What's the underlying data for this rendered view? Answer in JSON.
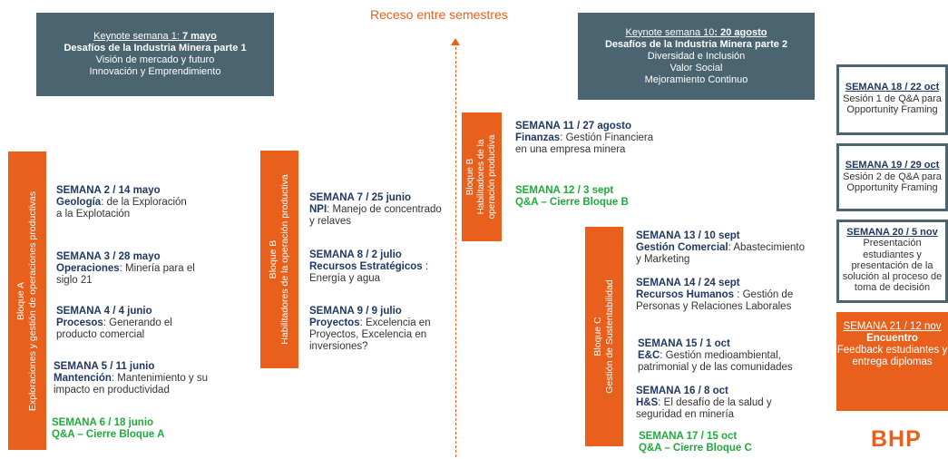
{
  "receso": "Receso entre semestres",
  "keynote1": {
    "title_prefix": "Keynote semana 1: ",
    "title_date": "7 mayo",
    "subtitle": "Desafíos de la Industria Minera parte 1",
    "lines": [
      "Visión de mercado y futuro",
      "Innovación y Emprendimiento"
    ]
  },
  "keynote2": {
    "title_prefix": "Keynote semana 10",
    "title_date": ": 20 agosto",
    "subtitle": "Desafíos de la Industria Minera parte 2",
    "lines": [
      "Diversidad e Inclusión",
      "Valor Social",
      "Mejoramiento Continuo"
    ]
  },
  "bloque_a": "Bloque A\nExploraciones y gestión de operaciones productivas",
  "bloque_b1": "Bloque B\nHabilitadores de la operación productiva",
  "bloque_b2": "Bloque B\nHabilitadores de la\noperación productiva",
  "bloque_c": "Bloque C\nGestión de Sustentabilidad",
  "weeks": {
    "w2": {
      "head": "SEMANA 2 / 14 mayo",
      "topic": "Geología",
      "desc": ": de la Exploración a la Explotación"
    },
    "w3": {
      "head": "SEMANA 3 / 28 mayo",
      "topic": "Operaciones",
      "desc": ": Minería para el siglo 21"
    },
    "w4": {
      "head": "SEMANA 4 / 4 junio",
      "topic": "Procesos",
      "desc": ": Generando el producto comercial"
    },
    "w5": {
      "head": "SEMANA 5 / 11 junio",
      "topic": "Mantención",
      "desc": ": Mantenimiento y su impacto en productividad"
    },
    "w6": {
      "head": "SEMANA 6 / 18 junio",
      "sub": "Q&A – Cierre Bloque A"
    },
    "w7": {
      "head": "SEMANA 7 / 25 junio",
      "topic": "NPI",
      "desc": ": Manejo de concentrado y relaves"
    },
    "w8": {
      "head": "SEMANA 8 / 2 julio",
      "topic": "Recursos Estratégicos",
      "desc": " : Energía y agua"
    },
    "w9": {
      "head": "SEMANA 9 / 9 julio",
      "topic": "Proyectos",
      "desc": ": Excelencia en Proyectos, Excelencia en inversiones?"
    },
    "w11": {
      "head": "SEMANA 11 / 27 agosto",
      "topic": "Finanzas",
      "desc": ": Gestión Financiera en una empresa minera"
    },
    "w12": {
      "head": "SEMANA 12 / 3 sept",
      "sub": "Q&A – Cierre Bloque B"
    },
    "w13": {
      "head": "SEMANA 13 / 10 sept",
      "topic": "Gestión Comercial",
      "desc": ": Abastecimiento y Marketing"
    },
    "w14": {
      "head": "SEMANA 14 / 24 sept",
      "topic": "Recursos Humanos",
      "desc": " : Gestión de Personas y Relaciones Laborales"
    },
    "w15": {
      "head": "SEMANA 15 / 1 oct",
      "topic": "E&C",
      "desc": ": Gestión medioambiental, patrimonial y de las comunidades"
    },
    "w16": {
      "head": "SEMANA 16 / 8 oct",
      "topic": "H&S",
      "desc": ": El desafío de la salud y seguridad en minería"
    },
    "w17": {
      "head": "SEMANA 17 / 15 oct",
      "sub": "Q&A – Cierre Bloque C"
    }
  },
  "right": {
    "w18": {
      "head": "SEMANA 18 / 22 oct",
      "desc": "Sesión 1 de Q&A para Opportunity Framing"
    },
    "w19": {
      "head": "SEMANA 19 / 29 oct",
      "desc": "Sesión 2 de Q&A para Opportunity Framing"
    },
    "w20": {
      "head": "SEMANA 20 / 5 nov",
      "desc": "Presentación estudiantes y presentación de la solución al proceso de toma de decisión"
    },
    "w21": {
      "head": "SEMANA 21 / 12 nov",
      "title": "Encuentro",
      "desc": "Feedback estudiantes y entrega diplomas"
    }
  },
  "logo": "BHP",
  "colors": {
    "orange": "#e8601c",
    "slate": "#4a6470",
    "navy": "#1f3864",
    "green": "#1fab3b"
  }
}
